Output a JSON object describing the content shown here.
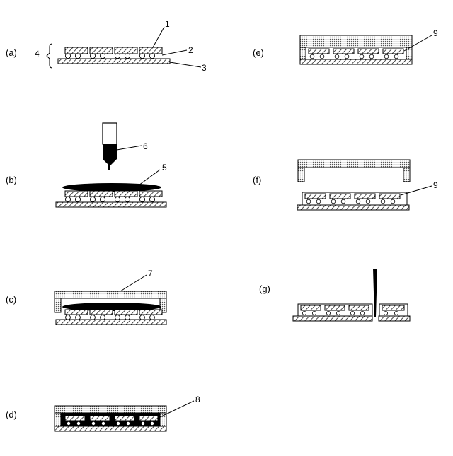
{
  "figure": {
    "steps": [
      {
        "id": "a",
        "label": "(a)"
      },
      {
        "id": "b",
        "label": "(b)"
      },
      {
        "id": "c",
        "label": "(c)"
      },
      {
        "id": "d",
        "label": "(d)"
      },
      {
        "id": "e",
        "label": "(e)"
      },
      {
        "id": "f",
        "label": "(f)"
      },
      {
        "id": "g",
        "label": "(g)"
      }
    ],
    "callouts": {
      "n1": "1",
      "n2": "2",
      "n3": "3",
      "n4": "4",
      "n5": "5",
      "n6": "6",
      "n7": "7",
      "n8": "8",
      "n9_e": "9",
      "n9_f": "9"
    }
  }
}
